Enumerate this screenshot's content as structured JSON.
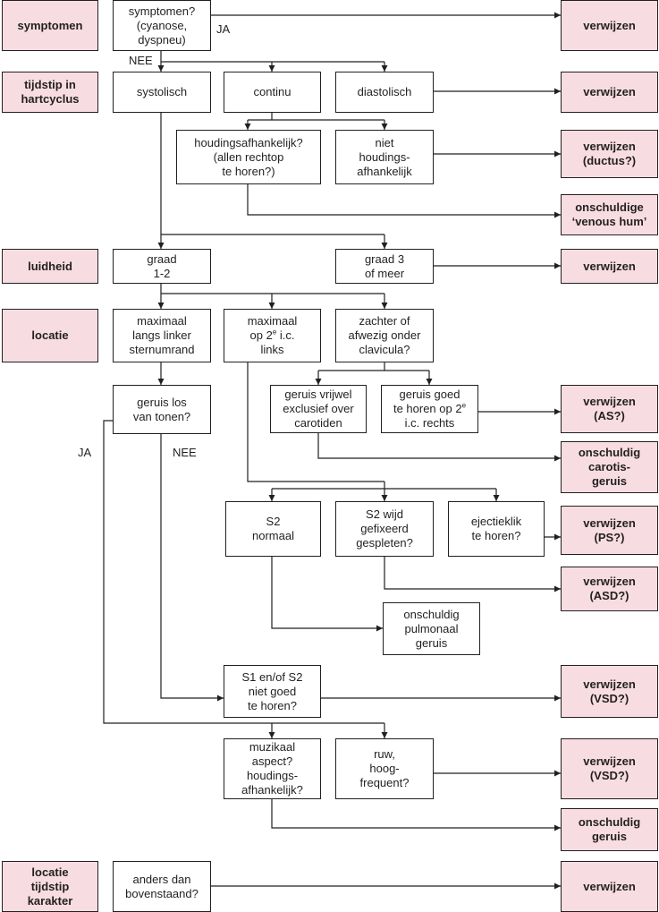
{
  "colors": {
    "category_fill": "#f7dde2",
    "outcome_fill": "#f7dde2",
    "stroke": "#231f20"
  },
  "categories": {
    "symptomen": "symptomen",
    "tijdstip": "tijdstip in\nhartcyclus",
    "luidheid": "luidheid",
    "locatie": "locatie",
    "laatste": "locatie\ntijdstip\nkarakter"
  },
  "questions": {
    "symptomen": "symptomen?\n(cyanose,\ndyspneu)",
    "systolisch": "systolisch",
    "continu": "continu",
    "diastolisch": "diastolisch",
    "houdingsafhankelijk": "houdingsafhankelijk?\n(allen rechtop\nte horen?)",
    "niet_houdingsafhankelijk": "niet\nhoudings-\nafhankelijk",
    "graad12": "graad\n1-2",
    "graad3": "graad 3\nof meer",
    "maximaal_linker": "maximaal\nlangs linker\nsternumrand",
    "maximaal_op_pre": "maximaal\nop 2",
    "maximaal_op_sup": "e",
    "maximaal_op_post": " i.c.\nlinks",
    "zachter": "zachter of\nafwezig onder\nclavicula?",
    "geruis_los": "geruis los\nvan tonen?",
    "exclusief": "geruis vrijwel\nexclusief over\ncarotiden",
    "goed_te_horen_pre": "geruis goed\nte horen op 2",
    "goed_te_horen_sup": "e",
    "goed_te_horen_post": "\ni.c. rechts",
    "s2_normaal": "S2\nnormaal",
    "s2_wijd": "S2 wijd\ngefixeerd\ngespleten?",
    "ejectieklik": "ejectieklik\nte horen?",
    "pulmonaal": "onschuldig\npulmonaal\ngeruis",
    "s1_s2": "S1 en/of S2\nniet goed\nte horen?",
    "muzikaal": "muzikaal\naspect?\nhoudings-\nafhankelijk?",
    "ruw": "ruw,\nhoog-\nfrequent?",
    "anders": "anders dan\nbovenstaand?"
  },
  "outcomes": {
    "o1": "verwijzen",
    "o2": "verwijzen",
    "o3": "verwijzen\n(ductus?)",
    "o4": "onschuldige\n‘venous hum’",
    "o5": "verwijzen",
    "o6": "verwijzen\n(AS?)",
    "o7": "onschuldig\ncarotis-\ngeruis",
    "o8": "verwijzen\n(PS?)",
    "o9": "verwijzen\n(ASD?)",
    "o10": "verwijzen\n(VSD?)",
    "o11": "verwijzen\n(VSD?)",
    "o12": "onschuldig\ngeruis",
    "o13": "verwijzen"
  },
  "labels": {
    "ja_top": "JA",
    "nee_top": "NEE",
    "ja_left": "JA",
    "nee_mid": "NEE"
  }
}
